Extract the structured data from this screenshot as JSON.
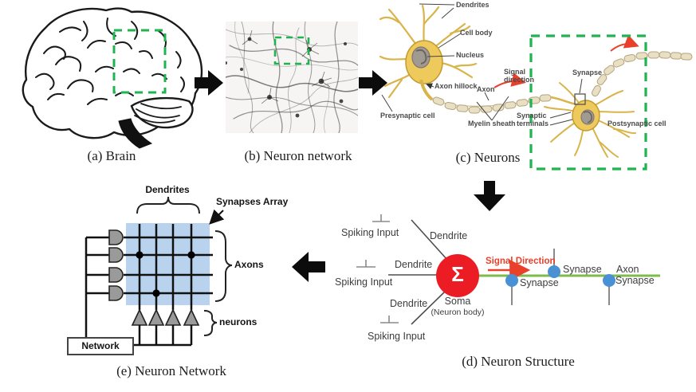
{
  "colors": {
    "green-dash": "#1fb450",
    "array-blue": "#b9d3ee",
    "soma-red": "#ec1c24",
    "synapse-blue": "#4a90d4",
    "axon-green": "#7fbb4c",
    "signal-red": "#e8402a",
    "cell-yellow": "#eec95b",
    "dendrite-yellow": "#d9b44a",
    "myelin-beige": "#e9dfc4",
    "ink": "#161616"
  },
  "panels": {
    "a": {
      "caption": "(a) Brain"
    },
    "b": {
      "caption": "(b) Neuron network"
    },
    "c": {
      "caption": "(c) Neurons",
      "labels": {
        "dendrites": "Dendrites",
        "cell_body": "Cell body",
        "nucleus": "Nucleus",
        "axon_hillock": "Axon hillock",
        "axon": "Axon",
        "signal_direction": "Signal direction",
        "presynaptic_cell": "Presynaptic cell",
        "myelin_sheath": "Myelin sheath",
        "synaptic_terminals": "Synaptic terminals",
        "synapse": "Synapse",
        "postsynaptic_cell": "Postsynaptic cell"
      }
    },
    "d": {
      "caption": "(d) Neuron Structure",
      "labels": {
        "spiking_input": "Spiking Input",
        "dendrite": "Dendrite",
        "soma": "Soma",
        "neuron_body": "(Neuron body)",
        "sigma": "Σ",
        "signal_direction": "Signal Direction",
        "synapse": "Synapse",
        "axon": "Axon"
      }
    },
    "e": {
      "caption": "(e) Neuron Network",
      "labels": {
        "dendrites": "Dendrites",
        "synapses_array": "Synapses Array",
        "axons": "Axons",
        "neurons": "neurons",
        "network": "Network"
      }
    }
  }
}
